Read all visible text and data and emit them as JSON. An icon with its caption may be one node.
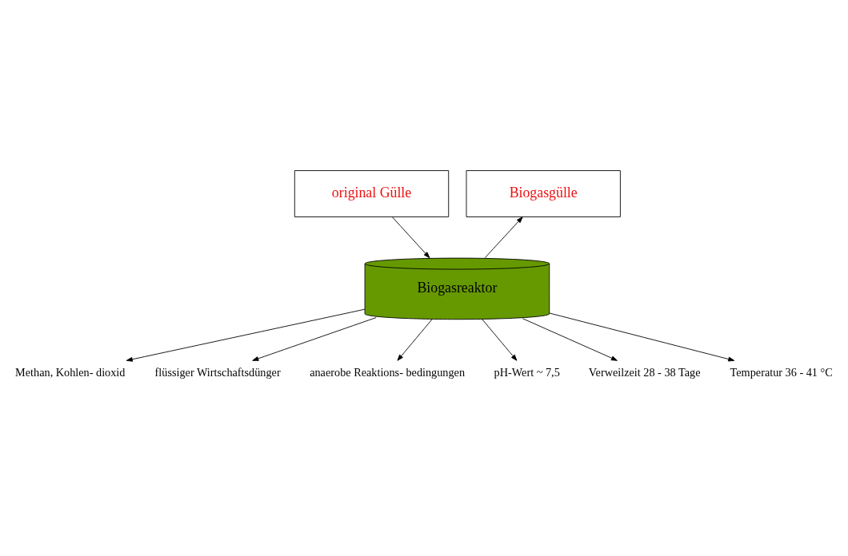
{
  "diagram": {
    "nodes": [
      {
        "text": [
          "original Gülle"
        ]
      },
      {
        "text": [
          "Biogasgülle"
        ]
      },
      {
        "text": [
          "Biogasreaktor"
        ]
      },
      {
        "text": [
          "Methan, Kohlen- dioxid"
        ]
      },
      {
        "text": [
          "flüssiger Wirtschaftsdünger"
        ]
      },
      {
        "text": [
          "anaerobe Reaktions- bedingungen"
        ]
      },
      {
        "text": [
          "pH-Wert ~ 7,5"
        ]
      },
      {
        "text": [
          "Verweilzeit 28 - 38 Tage"
        ]
      },
      {
        "text": [
          "Temperatur 36 - 41 °C"
        ]
      }
    ],
    "edges": [
      {
        "from": 0,
        "to": 2,
        "arrow": "to"
      },
      {
        "from": 2,
        "to": 1,
        "arrow": "to"
      },
      {
        "from": 2,
        "to": 3,
        "arrow": "to"
      },
      {
        "from": 2,
        "to": 4,
        "arrow": "to"
      },
      {
        "from": 2,
        "to": 5,
        "arrow": "to"
      },
      {
        "from": 2,
        "to": 6,
        "arrow": "to"
      },
      {
        "from": 2,
        "to": 7,
        "arrow": "to"
      },
      {
        "from": 2,
        "to": 8,
        "arrow": "to"
      }
    ]
  }
}
